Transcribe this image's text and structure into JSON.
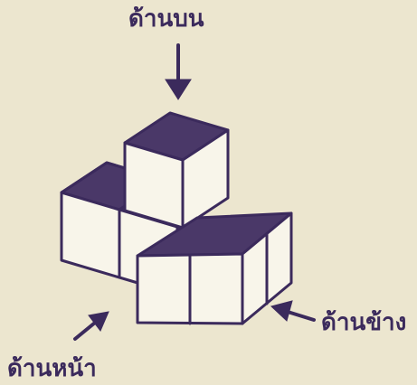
{
  "labels": {
    "top": "ด้านบน",
    "side": "ด้านข้าง",
    "front": "ด้านหน้า"
  },
  "colors": {
    "ink": "#3b2a5c",
    "top_face": "#4a3868",
    "face": "#f8f5ea",
    "background": "#ece6cf"
  }
}
